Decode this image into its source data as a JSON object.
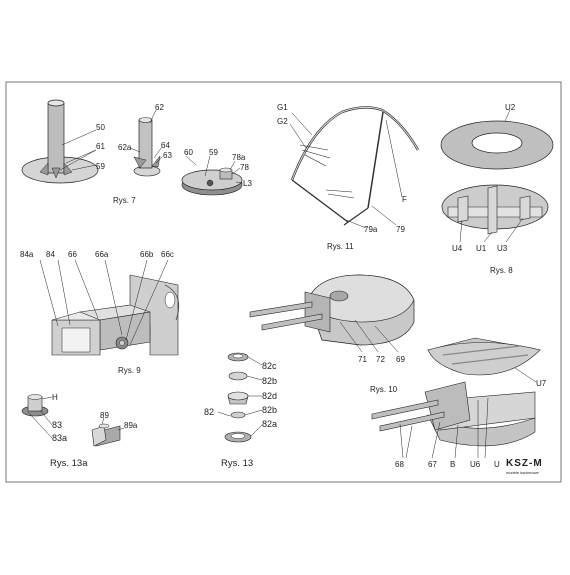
{
  "figure": {
    "captions": {
      "rys7": "Rys. 7",
      "rys8": "Rys. 8",
      "rys9": "Rys. 9",
      "rys10": "Rys. 10",
      "rys11": "Rys. 11",
      "rys13": "Rys. 13",
      "rys13a": "Rys. 13a"
    },
    "labels": {
      "l50": "50",
      "l61": "61",
      "l59a": "59",
      "l62": "62",
      "l62a": "62a",
      "l64": "64",
      "l63": "63",
      "l60": "60",
      "l59b": "59",
      "l78a": "78a",
      "l78": "78",
      "lL3": "L3",
      "lG1": "G1",
      "lG2": "G2",
      "lF": "F",
      "l79a": "79a",
      "l79": "79",
      "lU2": "U2",
      "lU4": "U4",
      "lU1": "U1",
      "lU3": "U3",
      "l84a": "84a",
      "l84": "84",
      "l66": "66",
      "l66a": "66a",
      "l66b": "66b",
      "l66c": "66c",
      "l71": "71",
      "l72": "72",
      "l69": "69",
      "lU7": "U7",
      "l68": "68",
      "l67": "67",
      "lB": "B",
      "lU6": "U6",
      "lU": "U",
      "l82c": "82c",
      "l82b1": "82b",
      "l82d": "82d",
      "l82b2": "82b",
      "l82a": "82a",
      "l82": "82",
      "lH": "H",
      "l83": "83",
      "l83a": "83a",
      "l89": "89",
      "l89a": "89a"
    },
    "logo": {
      "brand": "KSZ-M",
      "sub": "modele kartonowe"
    },
    "colors": {
      "part": "#c9c9c9",
      "part_light": "#dedede",
      "part_dark": "#9a9a9a",
      "line": "#222222",
      "frame": "#555555"
    }
  }
}
